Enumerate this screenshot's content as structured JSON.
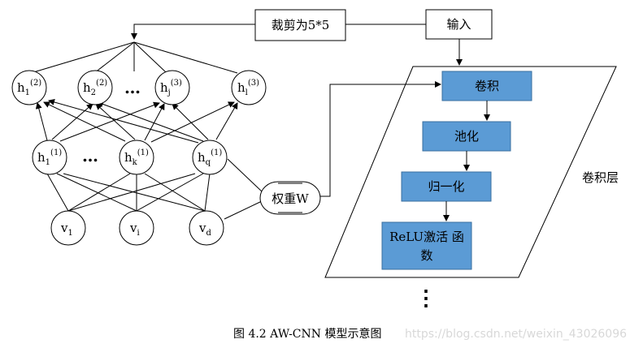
{
  "nodes": {
    "h1_2": {
      "base": "h",
      "sub": "1",
      "sup": "(2)"
    },
    "h2_2": {
      "base": "h",
      "sub": "2",
      "sup": "(2)"
    },
    "hj_3": {
      "base": "h",
      "sub": "j",
      "sup": "(3)"
    },
    "hl_3": {
      "base": "h",
      "sub": "l",
      "sup": "(3)"
    },
    "h1_1": {
      "base": "h",
      "sub": "1",
      "sup": "(1)"
    },
    "hk_1": {
      "base": "h",
      "sub": "k",
      "sup": "(1)"
    },
    "hq_1": {
      "base": "h",
      "sub": "q",
      "sup": "(1)"
    },
    "v1": {
      "base": "v",
      "sub": "1"
    },
    "vi": {
      "base": "v",
      "sub": "i"
    },
    "vd": {
      "base": "v",
      "sub": "d"
    }
  },
  "ellipsis": "…",
  "boxes": {
    "crop": "裁剪为5*5",
    "input": "输入",
    "weight": "权重W"
  },
  "pipeline": {
    "conv": "卷积",
    "pool": "池化",
    "norm": "归一化",
    "relu_line1": "ReLU激活 函",
    "relu_line2": "数",
    "more": "⋮"
  },
  "layer_label": "卷积层",
  "caption": "图 4.2 AW-CNN 模型示意图",
  "watermark": "https://blog.csdn.net/weixin_43026096",
  "colors": {
    "block_fill": "#5b9bd5",
    "block_stroke": "#3a6f9f",
    "line": "#000000"
  }
}
